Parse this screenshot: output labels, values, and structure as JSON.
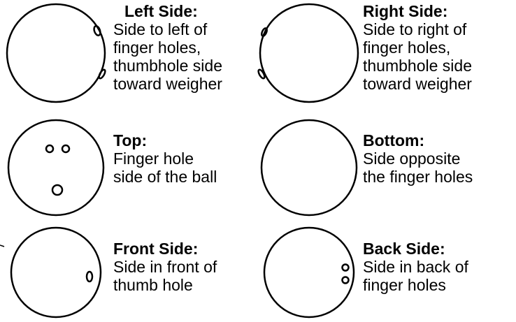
{
  "panels": {
    "left_side": {
      "title": "Left Side:",
      "lines": [
        "Side to  left of",
        "finger holes,",
        "thumbhole side",
        "toward weigher"
      ]
    },
    "right_side": {
      "title": "Right Side:",
      "lines": [
        "Side to right of",
        "finger holes,",
        "thumbhole side",
        "toward weigher"
      ]
    },
    "top": {
      "title": "Top:",
      "lines": [
        "Finger hole",
        "side of the ball"
      ]
    },
    "bottom": {
      "title": "Bottom:",
      "lines": [
        "Side opposite",
        "the finger holes"
      ]
    },
    "front_side": {
      "title": "Front Side:",
      "lines": [
        "Side in front of",
        "thumb hole"
      ]
    },
    "back_side": {
      "title": "Back Side:",
      "lines": [
        "Side in back of",
        "finger holes"
      ]
    }
  }
}
